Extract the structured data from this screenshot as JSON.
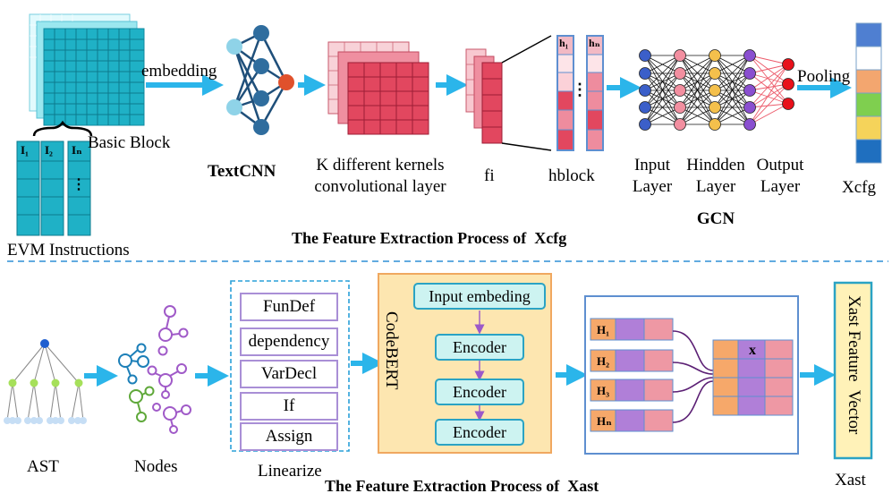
{
  "xcfg": {
    "basic_block": "Basic Block",
    "embedding": "embedding",
    "evm_instructions": "EVM Instructions",
    "instr_labels": [
      "I₁",
      "I₂",
      "Iₙ"
    ],
    "textcnn": "TextCNN",
    "kernels_line1": "K different kernels",
    "kernels_line2": "convolutional layer",
    "fi": "fi",
    "hblock": "hblock",
    "h1": "h₁",
    "hn": "hₙ",
    "input_layer": [
      "Input",
      "Layer"
    ],
    "hidden_layer": [
      "Hindden",
      "Layer"
    ],
    "output_layer": [
      "Output",
      "Layer"
    ],
    "gcn": "GCN",
    "pooling": "Pooling",
    "xcfg": "Xcfg",
    "caption": "The Feature Extraction Process of  Xcfg",
    "pool_colors": [
      "#4f7fd1",
      "#ffffff",
      "#f3a66f",
      "#7fcf4f",
      "#f5d35a",
      "#1f6fbf"
    ]
  },
  "xast": {
    "ast": "AST",
    "nodes": "Nodes",
    "linearize": "Linearize",
    "items": [
      "FunDef",
      "dependency",
      "VarDecl",
      "If",
      "Assign"
    ],
    "codebert": "CodeBERT",
    "input_embedding": "Input embeding",
    "encoders": [
      "Encoder",
      "Encoder",
      "Encoder"
    ],
    "hidden": [
      "H₁",
      "H₂",
      "H₃",
      "Hₙ"
    ],
    "x": "x",
    "feature_vector": "Xast Feature  Vector",
    "xast": "Xast",
    "caption": "The Feature Extraction Process of  Xast"
  }
}
